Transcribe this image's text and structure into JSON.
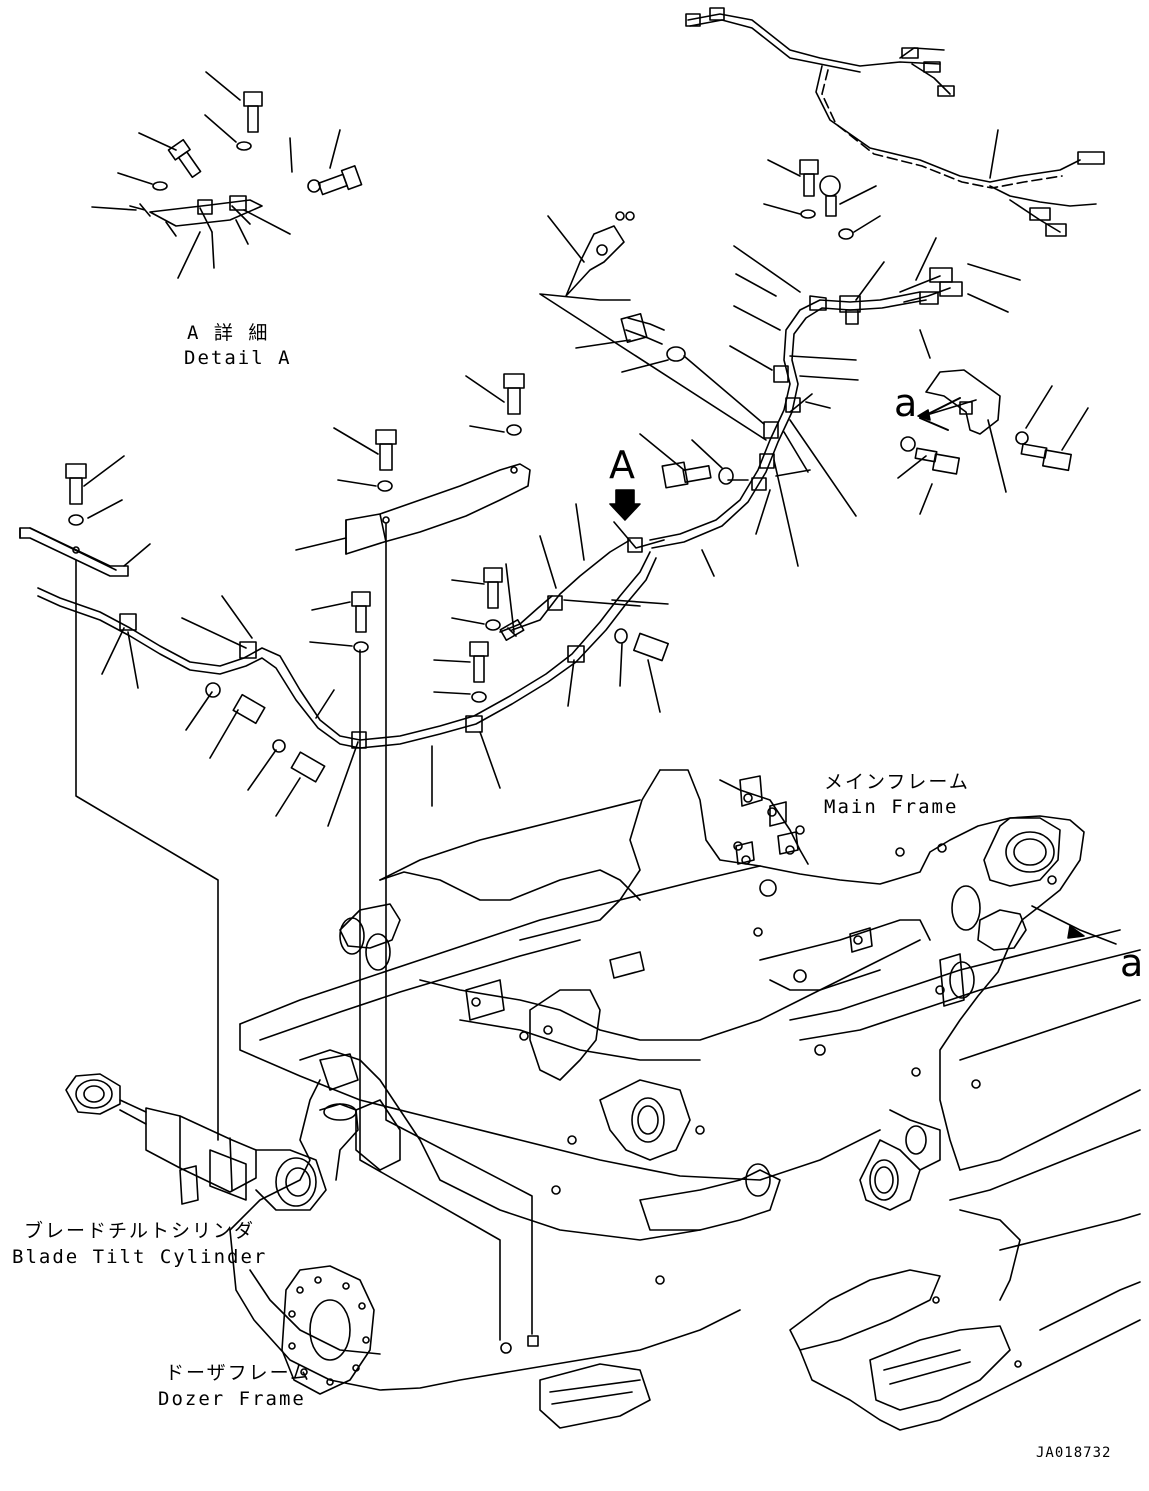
{
  "labels": {
    "detail_a_jp": "A 詳 細",
    "detail_a_en": "Detail A",
    "main_frame_jp": "メインフレーム",
    "main_frame_en": "Main Frame",
    "tilt_cyl_jp": "ブレードチルトシリンダ",
    "tilt_cyl_en": "Blade Tilt Cylinder",
    "dozer_frame_jp": "ドーザフレーム",
    "dozer_frame_en": "Dozer Frame"
  },
  "callouts": {
    "view_a": "A",
    "ref_a_upper": "a",
    "ref_a_lower": "a"
  },
  "drawing_code": "JA018732"
}
